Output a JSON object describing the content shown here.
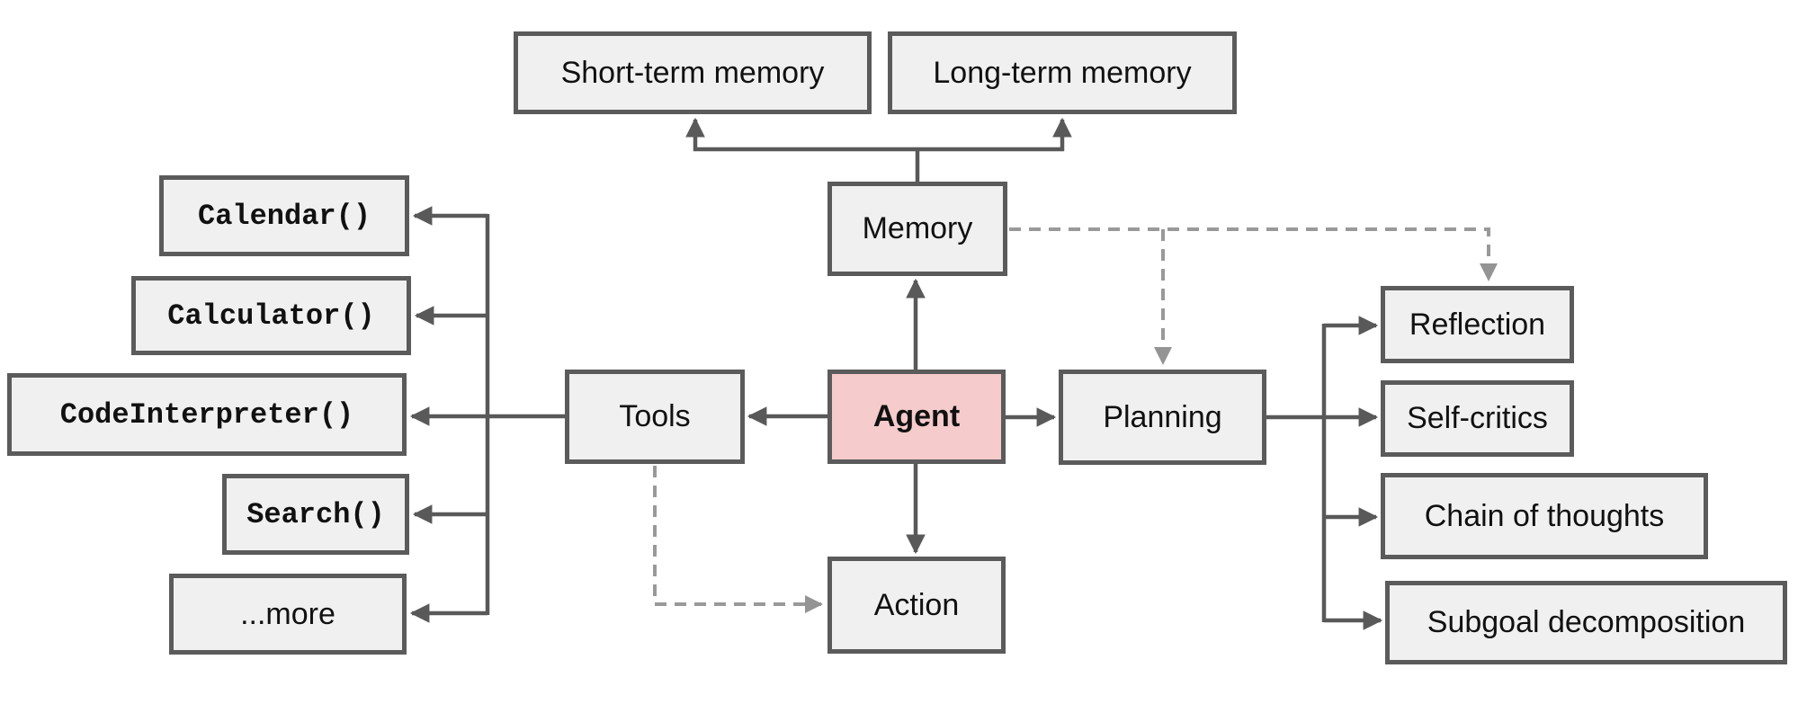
{
  "diagram": {
    "description": "LLM-powered autonomous agent overview diagram",
    "colors": {
      "background": "#ffffff",
      "box_fill": "#f0f0f0",
      "agent_fill": "#f5cbcb",
      "box_border": "#5b5b5b",
      "solid_connector": "#595959",
      "dashed_connector": "#999999",
      "text": "#111111"
    },
    "nodes": {
      "short_term": {
        "label": "Short-term memory"
      },
      "long_term": {
        "label": "Long-term memory"
      },
      "memory": {
        "label": "Memory"
      },
      "agent": {
        "label": "Agent"
      },
      "tools": {
        "label": "Tools"
      },
      "planning": {
        "label": "Planning"
      },
      "action": {
        "label": "Action"
      },
      "calendar": {
        "label": "Calendar()"
      },
      "calculator": {
        "label": "Calculator()"
      },
      "code_interpreter": {
        "label": "CodeInterpreter()"
      },
      "search": {
        "label": "Search()"
      },
      "more": {
        "label": "...more"
      },
      "reflection": {
        "label": "Reflection"
      },
      "self_critics": {
        "label": "Self-critics"
      },
      "chain_of_thoughts": {
        "label": "Chain of thoughts"
      },
      "subgoal_decomposition": {
        "label": "Subgoal decomposition"
      }
    },
    "edges": [
      {
        "from": "memory",
        "to": "short_term",
        "style": "solid",
        "arrow": "to"
      },
      {
        "from": "memory",
        "to": "long_term",
        "style": "solid",
        "arrow": "to"
      },
      {
        "from": "agent",
        "to": "memory",
        "style": "solid",
        "arrow": "to"
      },
      {
        "from": "agent",
        "to": "tools",
        "style": "solid",
        "arrow": "to"
      },
      {
        "from": "agent",
        "to": "planning",
        "style": "solid",
        "arrow": "to"
      },
      {
        "from": "agent",
        "to": "action",
        "style": "solid",
        "arrow": "to"
      },
      {
        "from": "tools",
        "to": "calendar",
        "style": "solid",
        "arrow": "to"
      },
      {
        "from": "tools",
        "to": "calculator",
        "style": "solid",
        "arrow": "to"
      },
      {
        "from": "tools",
        "to": "code_interpreter",
        "style": "solid",
        "arrow": "to"
      },
      {
        "from": "tools",
        "to": "search",
        "style": "solid",
        "arrow": "to"
      },
      {
        "from": "tools",
        "to": "more",
        "style": "solid",
        "arrow": "to"
      },
      {
        "from": "planning",
        "to": "reflection",
        "style": "solid",
        "arrow": "to"
      },
      {
        "from": "planning",
        "to": "self_critics",
        "style": "solid",
        "arrow": "to"
      },
      {
        "from": "planning",
        "to": "chain_of_thoughts",
        "style": "solid",
        "arrow": "to"
      },
      {
        "from": "planning",
        "to": "subgoal_decomposition",
        "style": "solid",
        "arrow": "to"
      },
      {
        "from": "memory",
        "to": "planning",
        "style": "dashed",
        "arrow": "to"
      },
      {
        "from": "memory",
        "to": "reflection",
        "style": "dashed",
        "arrow": "to"
      },
      {
        "from": "tools",
        "to": "action",
        "style": "dashed",
        "arrow": "to"
      }
    ]
  }
}
